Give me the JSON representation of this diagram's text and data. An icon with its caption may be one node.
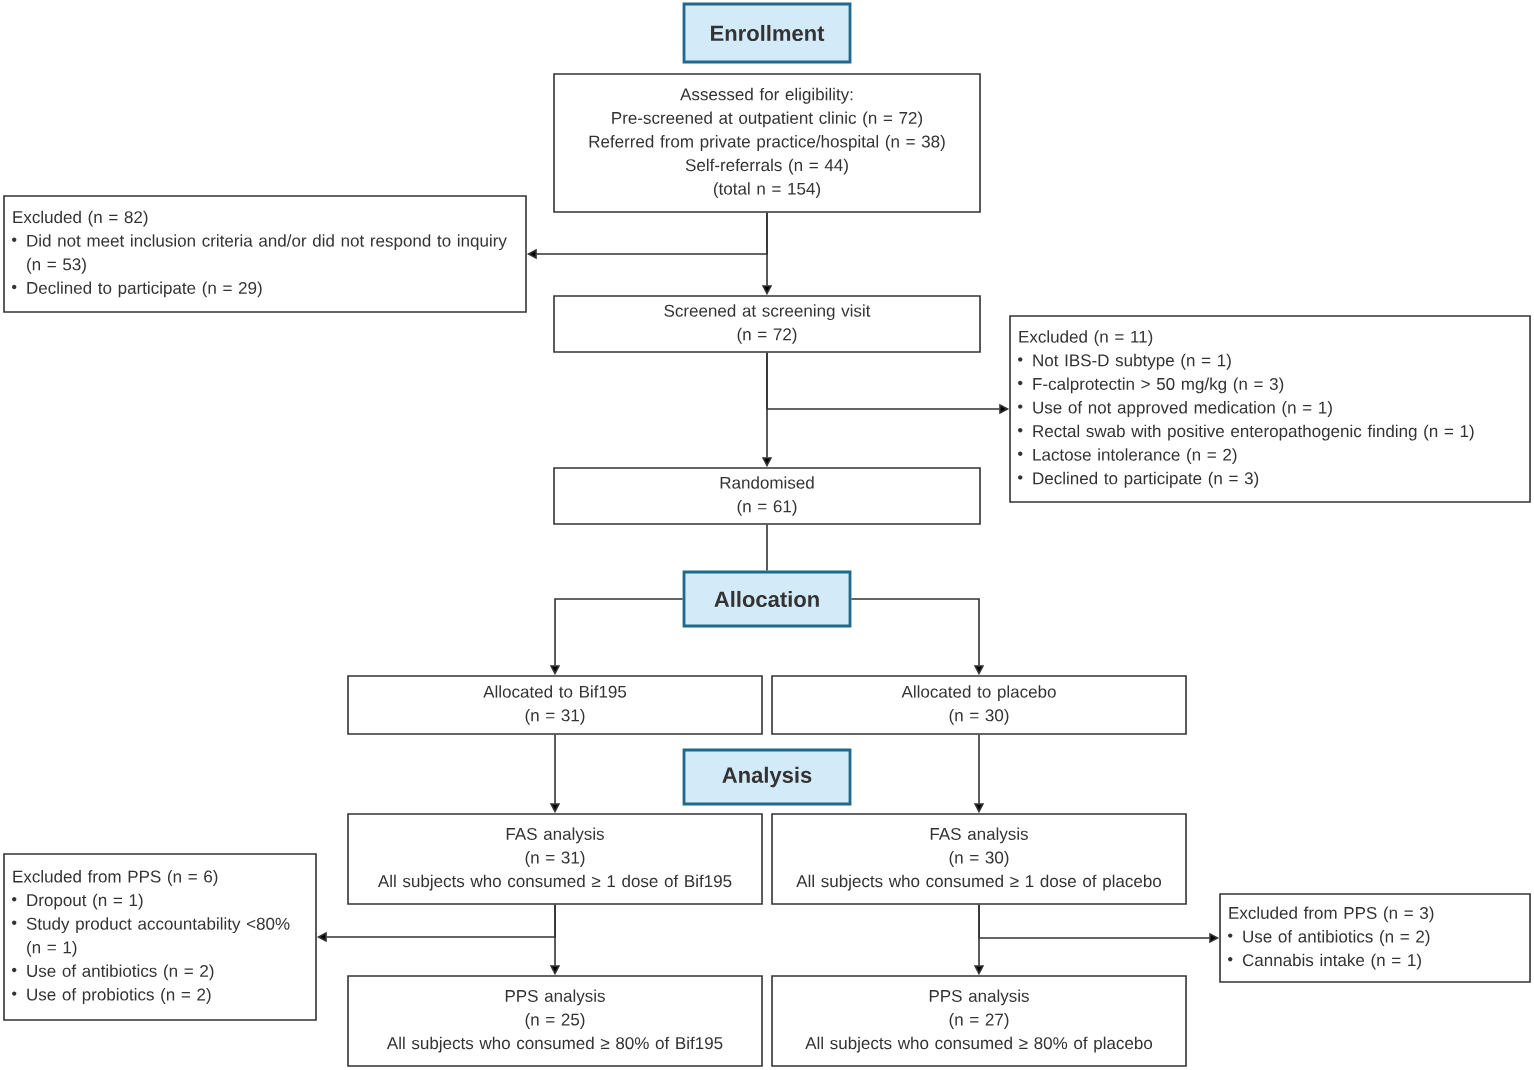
{
  "diagram": {
    "nodes": [
      {
        "text": [
          "Enrollment"
        ]
      },
      {
        "text": [
          "Assessed for eligibility:",
          "Pre-screened at outpatient clinic (n = 72)",
          "Referred from private practice/hospital (n = 38)",
          "Self-referrals (n = 44)",
          "(total n = 154)"
        ]
      },
      {
        "text": [
          "Excluded (n = 82)",
          "Did not meet inclusion criteria and/or did not respond to inquiry (n = 53)",
          "Declined to participate (n = 29)"
        ]
      },
      {
        "text": [
          "Screened at screening visit",
          "(n = 72)"
        ]
      },
      {
        "text": [
          "Excluded (n = 11)",
          "Not IBS-D subtype (n = 1)",
          "F-calprotectin > 50 mg/kg (n = 3)",
          "Use of not approved medication (n = 1)",
          "Rectal swab with positive enteropathogenic finding (n = 1)",
          "Lactose intolerance (n = 2)",
          "Declined to participate (n = 3)"
        ]
      },
      {
        "text": [
          "Randomised",
          "(n = 61)"
        ]
      },
      {
        "text": [
          "Allocation"
        ]
      },
      {
        "text": [
          "Allocated to Bif195",
          "(n = 31)"
        ]
      },
      {
        "text": [
          "Allocated to placebo",
          "(n = 30)"
        ]
      },
      {
        "text": [
          "Analysis"
        ]
      },
      {
        "text": [
          "FAS analysis",
          "(n = 31)",
          "All subjects who consumed ≥ 1 dose of Bif195"
        ]
      },
      {
        "text": [
          "FAS analysis",
          "(n = 30)",
          "All subjects who consumed ≥ 1 dose of placebo"
        ]
      },
      {
        "text": [
          "Excluded from PPS (n = 6)",
          "Dropout (n = 1)",
          "Study product accountability <80% (n = 1)",
          "Use of antibiotics (n = 2)",
          "Use of probiotics (n = 2)"
        ]
      },
      {
        "text": [
          "Excluded from PPS (n = 3)",
          "Use of antibiotics (n = 2)",
          "Cannabis intake (n = 1)"
        ]
      },
      {
        "text": [
          "PPS analysis",
          "(n = 25)",
          "All subjects who consumed ≥ 80% of Bif195"
        ]
      },
      {
        "text": [
          "PPS analysis",
          "(n = 27)",
          "All subjects who consumed ≥ 80% of placebo"
        ]
      }
    ],
    "edges": [
      {
        "from": 1,
        "to": 3,
        "arrow": "to"
      },
      {
        "from": 1,
        "to": 2,
        "arrow": "to"
      },
      {
        "from": 3,
        "to": 5,
        "arrow": "to"
      },
      {
        "from": 3,
        "to": 4,
        "arrow": "to"
      },
      {
        "from": 5,
        "to": 6,
        "arrow": "none"
      },
      {
        "from": 6,
        "to": 7,
        "arrow": "to"
      },
      {
        "from": 6,
        "to": 8,
        "arrow": "to"
      },
      {
        "from": 7,
        "to": 10,
        "arrow": "to"
      },
      {
        "from": 8,
        "to": 11,
        "arrow": "to"
      },
      {
        "from": 10,
        "to": 14,
        "arrow": "to"
      },
      {
        "from": 10,
        "to": 12,
        "arrow": "to"
      },
      {
        "from": 11,
        "to": 15,
        "arrow": "to"
      },
      {
        "from": 11,
        "to": 13,
        "arrow": "to"
      }
    ]
  }
}
